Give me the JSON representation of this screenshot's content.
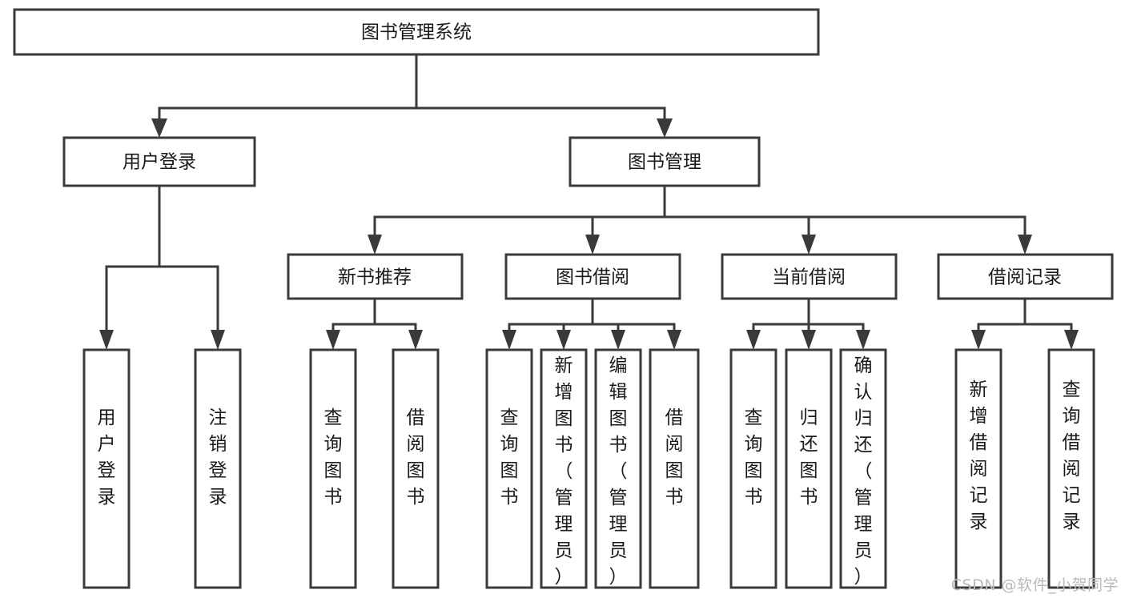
{
  "diagram": {
    "title": "图书管理系统",
    "type": "tree-hierarchy-chart",
    "orientation": "top-down",
    "colors": {
      "box_stroke": "#3a3a3a",
      "box_fill": "#ffffff",
      "connector": "#3a3a3a",
      "text": "#1a1a1a",
      "background": "#ffffff",
      "watermark": "#b9b9b9"
    },
    "nodes": {
      "root": {
        "label": "图书管理系统",
        "level": 1,
        "orientation": "horizontal"
      },
      "user_login": {
        "label": "用户登录",
        "level": 2,
        "orientation": "horizontal"
      },
      "book_manage": {
        "label": "图书管理",
        "level": 2,
        "orientation": "horizontal"
      },
      "new_book_rec": {
        "label": "新书推荐",
        "level": 3,
        "orientation": "horizontal"
      },
      "book_borrow": {
        "label": "图书借阅",
        "level": 3,
        "orientation": "horizontal"
      },
      "current_borrow": {
        "label": "当前借阅",
        "level": 3,
        "orientation": "horizontal"
      },
      "borrow_record": {
        "label": "借阅记录",
        "level": 3,
        "orientation": "horizontal"
      },
      "leaf_user_login": {
        "label": "用户登录",
        "level": 4,
        "orientation": "vertical"
      },
      "leaf_logout": {
        "label": "注销登录",
        "level": 4,
        "orientation": "vertical"
      },
      "leaf_query_book_1": {
        "label": "查询图书",
        "level": 4,
        "orientation": "vertical"
      },
      "leaf_borrow_book_1": {
        "label": "借阅图书",
        "level": 4,
        "orientation": "vertical"
      },
      "leaf_query_book_2": {
        "label": "查询图书",
        "level": 4,
        "orientation": "vertical"
      },
      "leaf_add_book": {
        "label": "新增图书（管理员）",
        "level": 4,
        "orientation": "vertical"
      },
      "leaf_edit_book": {
        "label": "编辑图书（管理员）",
        "level": 4,
        "orientation": "vertical"
      },
      "leaf_borrow_book_2": {
        "label": "借阅图书",
        "level": 4,
        "orientation": "vertical"
      },
      "leaf_query_book_3": {
        "label": "查询图书",
        "level": 4,
        "orientation": "vertical"
      },
      "leaf_return_book": {
        "label": "归还图书",
        "level": 4,
        "orientation": "vertical"
      },
      "leaf_confirm_return": {
        "label": "确认归还（管理员）",
        "level": 4,
        "orientation": "vertical"
      },
      "leaf_add_record": {
        "label": "新增借阅记录",
        "level": 4,
        "orientation": "vertical"
      },
      "leaf_query_record": {
        "label": "查询借阅记录",
        "level": 4,
        "orientation": "vertical"
      }
    },
    "edges": [
      {
        "from": "root",
        "to": "user_login"
      },
      {
        "from": "root",
        "to": "book_manage"
      },
      {
        "from": "user_login",
        "to": "leaf_user_login"
      },
      {
        "from": "user_login",
        "to": "leaf_logout"
      },
      {
        "from": "book_manage",
        "to": "new_book_rec"
      },
      {
        "from": "book_manage",
        "to": "book_borrow"
      },
      {
        "from": "book_manage",
        "to": "current_borrow"
      },
      {
        "from": "book_manage",
        "to": "borrow_record"
      },
      {
        "from": "new_book_rec",
        "to": "leaf_query_book_1"
      },
      {
        "from": "new_book_rec",
        "to": "leaf_borrow_book_1"
      },
      {
        "from": "book_borrow",
        "to": "leaf_query_book_2"
      },
      {
        "from": "book_borrow",
        "to": "leaf_add_book"
      },
      {
        "from": "book_borrow",
        "to": "leaf_edit_book"
      },
      {
        "from": "book_borrow",
        "to": "leaf_borrow_book_2"
      },
      {
        "from": "current_borrow",
        "to": "leaf_query_book_3"
      },
      {
        "from": "current_borrow",
        "to": "leaf_return_book"
      },
      {
        "from": "current_borrow",
        "to": "leaf_confirm_return"
      },
      {
        "from": "borrow_record",
        "to": "leaf_add_record"
      },
      {
        "from": "borrow_record",
        "to": "leaf_query_record"
      }
    ]
  },
  "watermark": {
    "text": "CSDN @软件_小贺同学"
  }
}
